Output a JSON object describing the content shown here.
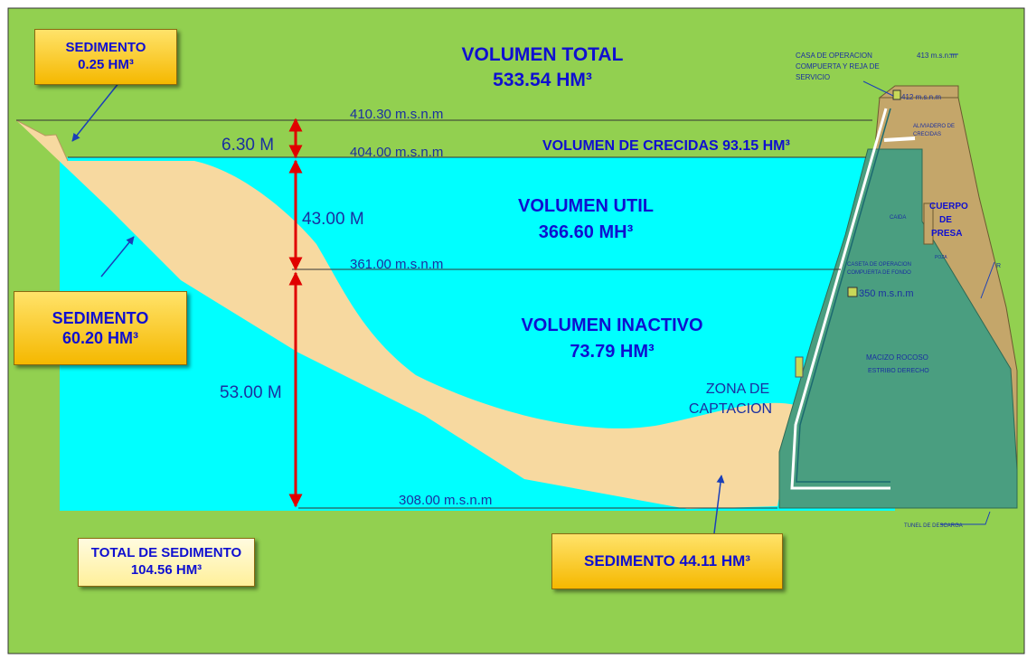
{
  "title": {
    "line1": "VOLUMEN TOTAL",
    "line2": "533.54 HM³"
  },
  "sediment_boxes": {
    "top": {
      "line1": "SEDIMENTO",
      "line2": "0.25 HM³"
    },
    "left": {
      "line1": "SEDIMENTO",
      "line2": "60.20 HM³"
    },
    "bottom_right": {
      "line1": "SEDIMENTO 44.11 HM³"
    },
    "total": {
      "line1": "TOTAL DE SEDIMENTO",
      "line2": "104.56 HM³"
    }
  },
  "levels": {
    "l1": "410.30 m.s.n.m",
    "l2": "404.00 m.s.n.m",
    "l3": "361.00 m.s.n.m",
    "l4": "308.00 m.s.n.m"
  },
  "dimensions": {
    "d1": "6.30 M",
    "d2": "43.00 M",
    "d3": "53.00 M"
  },
  "volumes": {
    "crecidas": "VOLUMEN  DE CRECIDAS 93.15 HM³",
    "util_line1": "VOLUMEN UTIL",
    "util_line2": "366.60 MH³",
    "inactivo_line1": "VOLUMEN INACTIVO",
    "inactivo_line2": "73.79 HM³"
  },
  "zona": {
    "line1": "ZONA DE",
    "line2": "CAPTACION"
  },
  "dam": {
    "casa_line1": "CASA DE OPERACION",
    "casa_line2": "COMPUERTA Y REJA DE",
    "casa_line3": "SERVICIO",
    "crest": "413 m.s.n.m",
    "elev412": "412 m.s.n.m",
    "aliviadero_line1": "ALIVIADERO DE",
    "aliviadero_line2": "CRECIDAS",
    "caida": "CAIDA",
    "cuerpo_line1": "CUERPO",
    "cuerpo_line2": "DE",
    "cuerpo_line3": "PRESA",
    "poza": "POZA",
    "caseta_line1": "CASETA DE OPERACION",
    "caseta_line2": "COMPUERTA DE FONDO",
    "elev350": "350 m.s.n.m",
    "macizo_line1": "MACIZO ROCOSO",
    "macizo_line2": "ESTRIBO DERECHO",
    "tunel": "TUNEL DE DESCARGA",
    "r": "R"
  },
  "colors": {
    "ground": "#92d050",
    "water": "#00ffff",
    "sediment": "#f7d9a0",
    "dam_body": "#c4a66a",
    "rock": "#4a9e80",
    "label_blue": "#0f0fd0",
    "arrow_red": "#e00000"
  }
}
